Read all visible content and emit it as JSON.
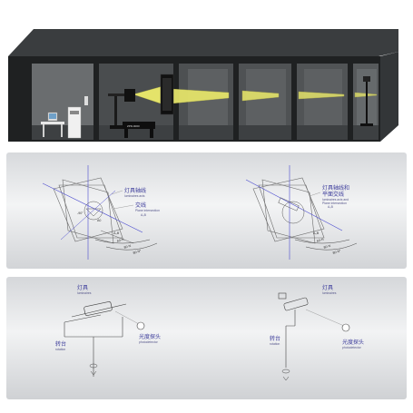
{
  "left_diagram": {
    "axis_zh": "灯具轴线",
    "axis_en": "luminaires axis",
    "intersect_zh": "交线",
    "intersect_en": "Plane intersection",
    "intersect_en2": "A₀B",
    "angle_a": "-90°",
    "angle_b": "A0",
    "dim1": "A₀B",
    "dim2": "A0-N",
    "dim3": "80-N",
    "dim4": "80-N°"
  },
  "right_diagram": {
    "axis_zh": "灯具轴线和",
    "axis_zh2": "平面交线",
    "axis_en": "luminaires axis and",
    "axis_en2": "Plane intersection",
    "axis_en3": "A₀B",
    "dim1": "A₀B",
    "dim2": "A0-N",
    "dim3": "80-N",
    "dim4": "80-N°"
  },
  "left_mount": {
    "lamp_zh": "灯具",
    "lamp_en": "luminaires",
    "rotation_zh": "转台",
    "rotation_en": "rotation",
    "detector_zh": "光度探头",
    "detector_en": "photodetector"
  },
  "right_mount": {
    "lamp_zh": "灯具",
    "lamp_en": "luminaires",
    "rotation_zh": "转台",
    "rotation_en": "rotation",
    "detector_zh": "光度探头",
    "detector_en": "photodetector"
  },
  "colors": {
    "beam": "#e4e36a",
    "room_dark": "#262829",
    "axis_blue": "#4a4acf",
    "label_blue": "#3a3a9a"
  }
}
